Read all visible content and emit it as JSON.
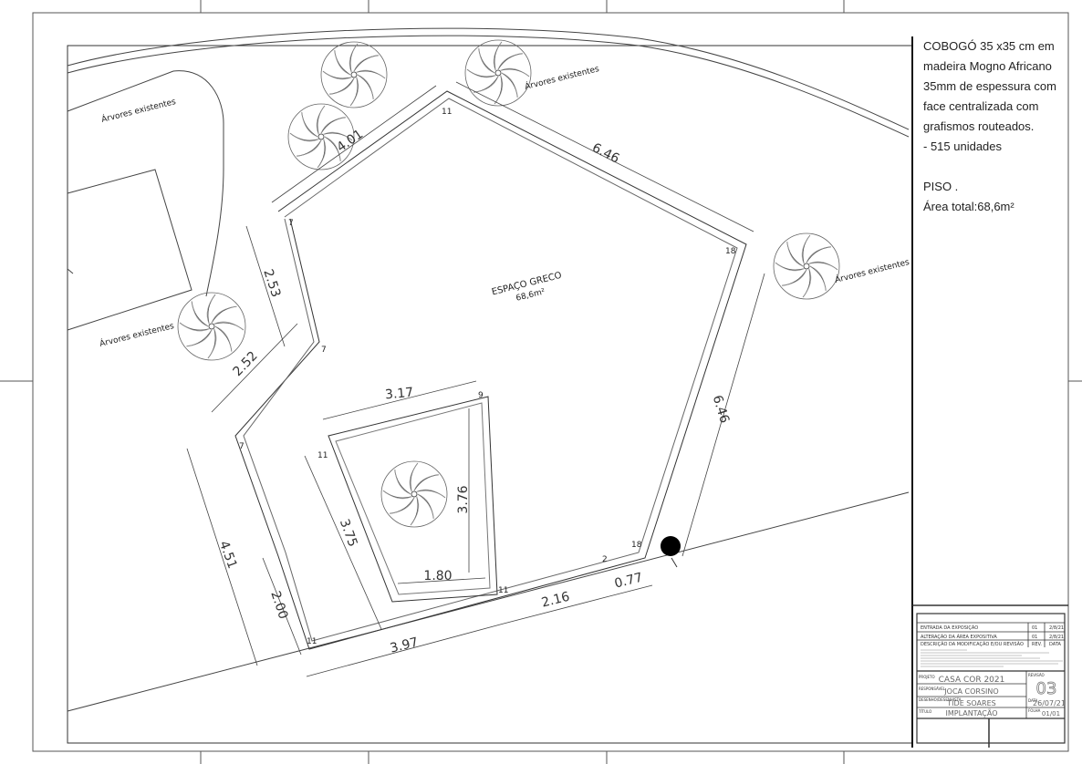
{
  "notes": {
    "cobogo_lines": [
      "COBOGÓ 35 x35 cm em",
      "madeira Mogno Africano",
      "35mm de espessura com",
      "face centralizada com",
      "grafismos routeados.",
      "- 515 unidades"
    ],
    "piso_title": "PISO .",
    "area_total": "Área total:68,6m²"
  },
  "plan": {
    "space_name": "ESPAÇO GRECO",
    "space_area": "68,6m²",
    "tree_label": "Árvores existentes",
    "dimensions": {
      "top_left": "4.01",
      "top_right": "6.46",
      "left_upper": "2.53",
      "left_mid": "2.52",
      "right": "6.46",
      "inner_top": "3.17",
      "inner_right": "3.76",
      "inner_left": "3.75",
      "inner_bottom": "1.80",
      "left_lower": "4.51",
      "bottom_left_small": "2.00",
      "bottom_long": "3.97",
      "bottom_mid": "2.16",
      "bottom_right": "0.77"
    },
    "counts": {
      "top": "11",
      "right_top": "18",
      "left_top": "7",
      "left_mid": "7",
      "left_low": "7",
      "inner_tr": "9",
      "inner_tl": "11",
      "inner_br": "11",
      "bottom_left": "11",
      "bottom_2": "2",
      "bottom_18": "18"
    }
  },
  "revisions": [
    {
      "desc": "ENTRADA DA EXPOSIÇÃO",
      "rev": "01",
      "date": "2/8/21"
    },
    {
      "desc": "ALTERAÇÃO DA ÁREA EXPOSITIVA",
      "rev": "01",
      "date": "2/8/21"
    }
  ],
  "revision_header": {
    "desc": "DESCRIÇÃO DA MODIFICAÇÃO E/OU REVISÃO",
    "rev": "REV.",
    "date": "DATA"
  },
  "title_block": {
    "projeto_label": "PROJETO",
    "projeto": "CASA COR 2021",
    "responsavel_label": "RESPONSÁVEL",
    "responsavel": "JOCA CORSINO",
    "desenhista_label": "DESENHO/DESENHISTA",
    "desenhista": "TIDE SOARES",
    "titulo_label": "TÍTULO",
    "titulo": "IMPLANTAÇÃO",
    "revisao_label": "REVISÃO",
    "revisao": "03",
    "data_label": "DATA",
    "data": "26/07/21",
    "folha_label": "FOLHA",
    "folha": "01/01"
  }
}
